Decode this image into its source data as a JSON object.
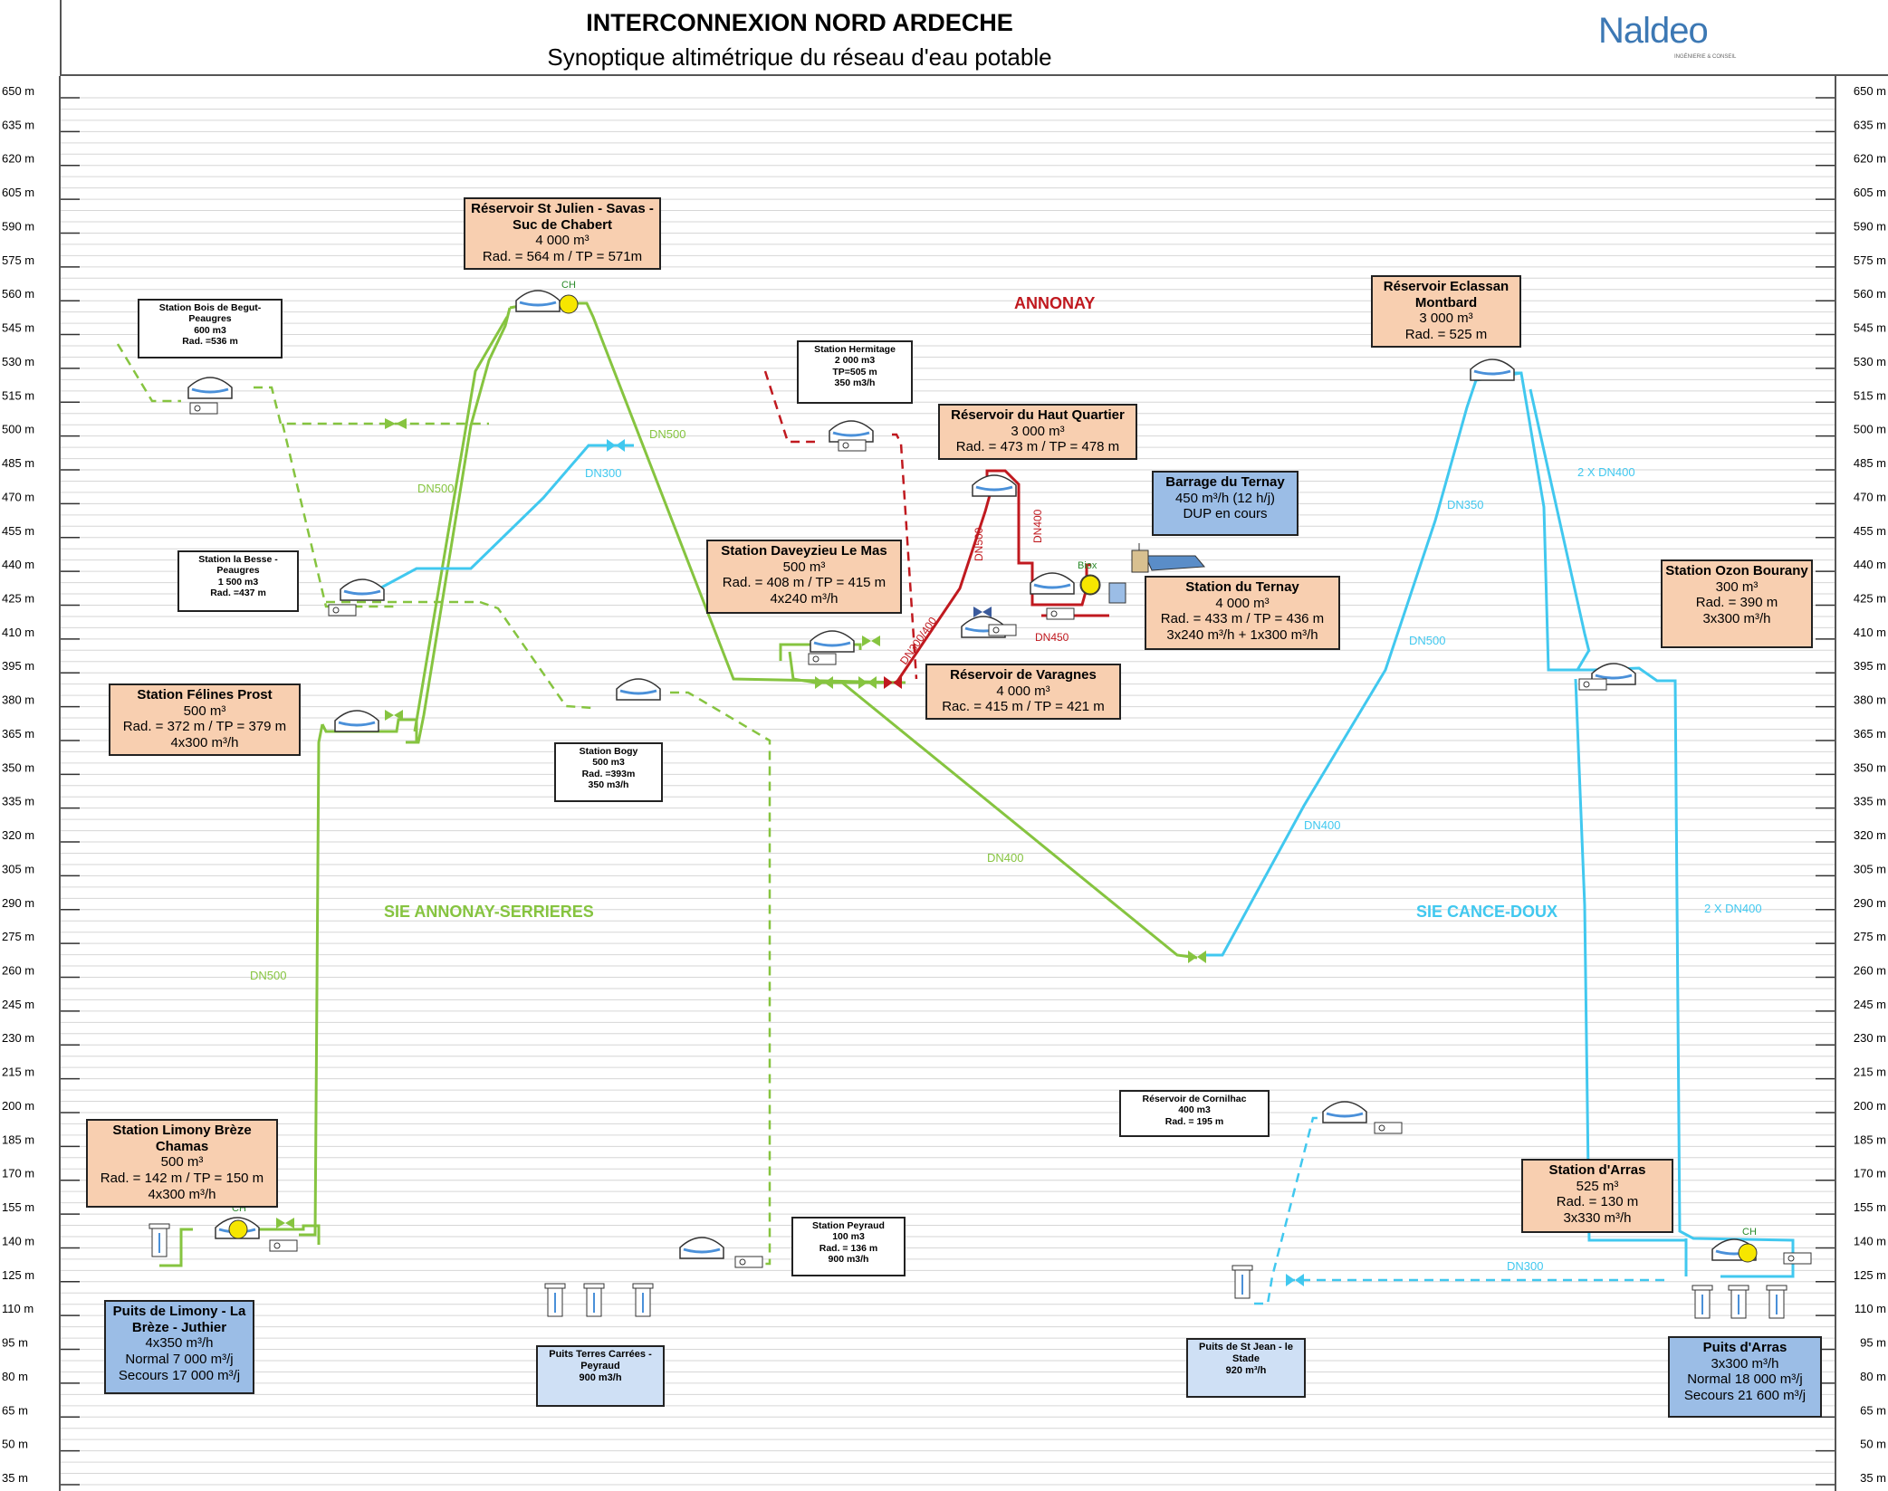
{
  "header": {
    "title": "INTERCONNEXION NORD ARDECHE",
    "subtitle": "Synoptique altimétrique du réseau d'eau potable",
    "logo_text": "Naldeo",
    "logo_tagline": "INGÉNIERIE & CONSEIL"
  },
  "axis": {
    "unit": "m",
    "min": 35,
    "max": 650,
    "step": 15,
    "ticks": [
      "650 m",
      "635 m",
      "620 m",
      "605 m",
      "590 m",
      "575 m",
      "560 m",
      "545 m",
      "530 m",
      "515 m",
      "500 m",
      "485 m",
      "470 m",
      "455 m",
      "440 m",
      "425 m",
      "410 m",
      "395 m",
      "380 m",
      "365 m",
      "350 m",
      "335 m",
      "320 m",
      "305 m",
      "290 m",
      "275 m",
      "260 m",
      "245 m",
      "230 m",
      "215 m",
      "200 m",
      "185 m",
      "170 m",
      "155 m",
      "140 m",
      "125 m",
      "110 m",
      "95 m",
      "80 m",
      "65 m",
      "50 m",
      "35 m"
    ]
  },
  "regions": {
    "annonay": "ANNONAY",
    "sie_annonay_serrieres": "SIE ANNONAY-SERRIERES",
    "sie_cance_doux": "SIE CANCE-DOUX"
  },
  "colors": {
    "green": "#86c440",
    "cyan": "#41c8ef",
    "red": "#c0191f",
    "orange_box": "#f8cfb0",
    "blue_box": "#9bbde6",
    "light_blue_box": "#cfe0f5"
  },
  "pipe_labels": {
    "dn500_a": "DN500",
    "dn500_b": "DN500",
    "dn300_a": "DN300",
    "dn500_c": "DN500",
    "dn400_a": "DN400",
    "dn500_red": "DN500",
    "dn400_red": "DN400",
    "dn300_400_red": "DN300/400",
    "dn450": "DN450",
    "dn350": "DN350",
    "dn500_d": "DN500",
    "dn400_b": "DN400",
    "2xdn400_a": "2 X DN400",
    "2xdn400_b": "2 X DN400",
    "dn300_b": "DN300",
    "ch_a": "CH",
    "ch_b": "CH",
    "ch_c": "CH",
    "biox": "Biox"
  },
  "boxes": {
    "st_julien": {
      "title": "Réservoir St Julien - Savas - Suc de Chabert",
      "lines": [
        "4 000 m³",
        "Rad. = 564 m / TP = 571m"
      ]
    },
    "bois_begut": {
      "title": "Station Bois de Begut-Peaugres",
      "lines": [
        "600 m3",
        "Rad. =536 m"
      ]
    },
    "la_besse": {
      "title": "Station la Besse - Peaugres",
      "lines": [
        "1 500 m3",
        "Rad. =437 m"
      ]
    },
    "felines": {
      "title": "Station Félines Prost",
      "lines": [
        "500 m³",
        "Rad. = 372 m / TP = 379 m",
        "4x300 m³/h"
      ]
    },
    "hermitage": {
      "title": "Station Hermitage",
      "lines": [
        "2 000 m3",
        "TP=505 m",
        "350 m3/h"
      ]
    },
    "haut_quartier": {
      "title": "Réservoir du Haut Quartier",
      "lines": [
        "3 000 m³",
        "Rad. = 473 m / TP = 478 m"
      ]
    },
    "barrage_ternay": {
      "title": "Barrage du Ternay",
      "lines": [
        "450 m³/h (12 h/j)",
        "DUP en cours"
      ]
    },
    "daveyzieu": {
      "title": "Station Daveyzieu Le Mas",
      "lines": [
        "500 m³",
        "Rad. = 408 m / TP = 415 m",
        "4x240 m³/h"
      ]
    },
    "station_ternay": {
      "title": "Station du Ternay",
      "lines": [
        "4 000 m³",
        "Rad. = 433 m / TP = 436 m",
        "3x240 m³/h + 1x300 m³/h"
      ]
    },
    "varagnes": {
      "title": "Réservoir de Varagnes",
      "lines": [
        "4 000 m³",
        "Rac. = 415 m / TP = 421 m"
      ]
    },
    "bogy": {
      "title": "Station Bogy",
      "lines": [
        "500 m3",
        "Rad. =393m",
        "350 m3/h"
      ]
    },
    "eclassan": {
      "title": "Réservoir Eclassan Montbard",
      "lines": [
        "3 000 m³",
        "Rad. = 525 m"
      ]
    },
    "ozon": {
      "title": "Station Ozon Bourany",
      "lines": [
        "300 m³",
        "Rad. = 390 m",
        "3x300 m³/h"
      ]
    },
    "limony": {
      "title": "Station Limony Brèze Chamas",
      "lines": [
        "500 m³",
        "Rad. = 142 m / TP = 150 m",
        "4x300 m³/h"
      ]
    },
    "puits_limony": {
      "title": "Puits de Limony - La Brèze - Juthier",
      "lines": [
        "4x350 m³/h",
        "Normal 7 000 m³/j",
        "Secours 17 000 m³/j"
      ]
    },
    "puits_terres": {
      "title": "Puits Terres Carrées - Peyraud",
      "lines": [
        "900 m3/h"
      ]
    },
    "peyraud": {
      "title": "Station Peyraud",
      "lines": [
        "100 m3",
        "Rad. = 136 m",
        "900 m3/h"
      ]
    },
    "cornilhac": {
      "title": "Réservoir de Cornilhac",
      "lines": [
        "400 m3",
        "Rad. = 195 m"
      ]
    },
    "puits_st_jean": {
      "title": "Puits de St Jean - le Stade",
      "lines": [
        "920 m³/h"
      ]
    },
    "arras": {
      "title": "Station d'Arras",
      "lines": [
        "525 m³",
        "Rad. = 130 m",
        "3x330 m³/h"
      ]
    },
    "puits_arras": {
      "title": "Puits d'Arras",
      "lines": [
        "3x300 m³/h",
        "Normal 18 000 m³/j",
        "Secours 21 600 m³/j"
      ]
    }
  }
}
